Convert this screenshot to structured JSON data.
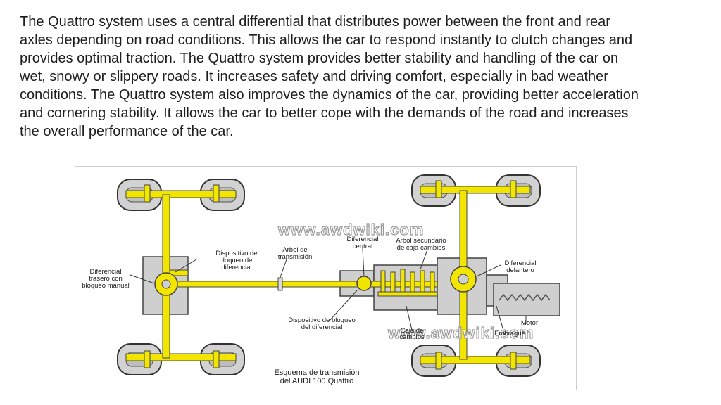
{
  "paragraph": "The Quattro system uses a central differential that distributes power between the front and rear axles depending on road conditions. This allows the car to respond instantly to clutch changes and provides optimal traction. The Quattro system provides better stability and handling of the car on wet, snowy or slippery roads. It increases safety and driving comfort, especially in bad weather conditions. The Quattro system also improves the dynamics of the car, providing better acceleration and cornering stability. It allows the car to better cope with the demands of the road and increases the overall performance of the car.",
  "diagram": {
    "watermark": "www.awdwiki.com",
    "caption_line1": "Esquema de transmisión",
    "caption_line2": "del AUDI 100 Quattro",
    "labels": {
      "diferencial_central_l1": "Diferencial",
      "diferencial_central_l2": "central",
      "arbol_secundario_l1": "Arbol secundario",
      "arbol_secundario_l2": "de caja cambios",
      "dispositivo_bloqueo_l1": "Dispositivo de",
      "dispositivo_bloqueo_l2": "bloqueo del",
      "dispositivo_bloqueo_l3": "diferencial",
      "arbol_transmision_l1": "Arbol de",
      "arbol_transmision_l2": "transmisión",
      "diferencial_delantero_l1": "Diferencial",
      "diferencial_delantero_l2": "delantero",
      "diferencial_trasero_l1": "Diferencial",
      "diferencial_trasero_l2": "trasero con",
      "diferencial_trasero_l3": "bloqueo manual",
      "dispositivo_central_l1": "Dispositivo de bloqueo",
      "dispositivo_central_l2": "del diferencial",
      "caja_cambios_l1": "Caja de",
      "caja_cambios_l2": "cambios",
      "motor": "Motor",
      "embrague": "Embrague"
    },
    "colors": {
      "shaft": "#f2e600",
      "housing": "#cfcfcf",
      "tire": "#d2d2d2",
      "outline": "#333333"
    }
  }
}
